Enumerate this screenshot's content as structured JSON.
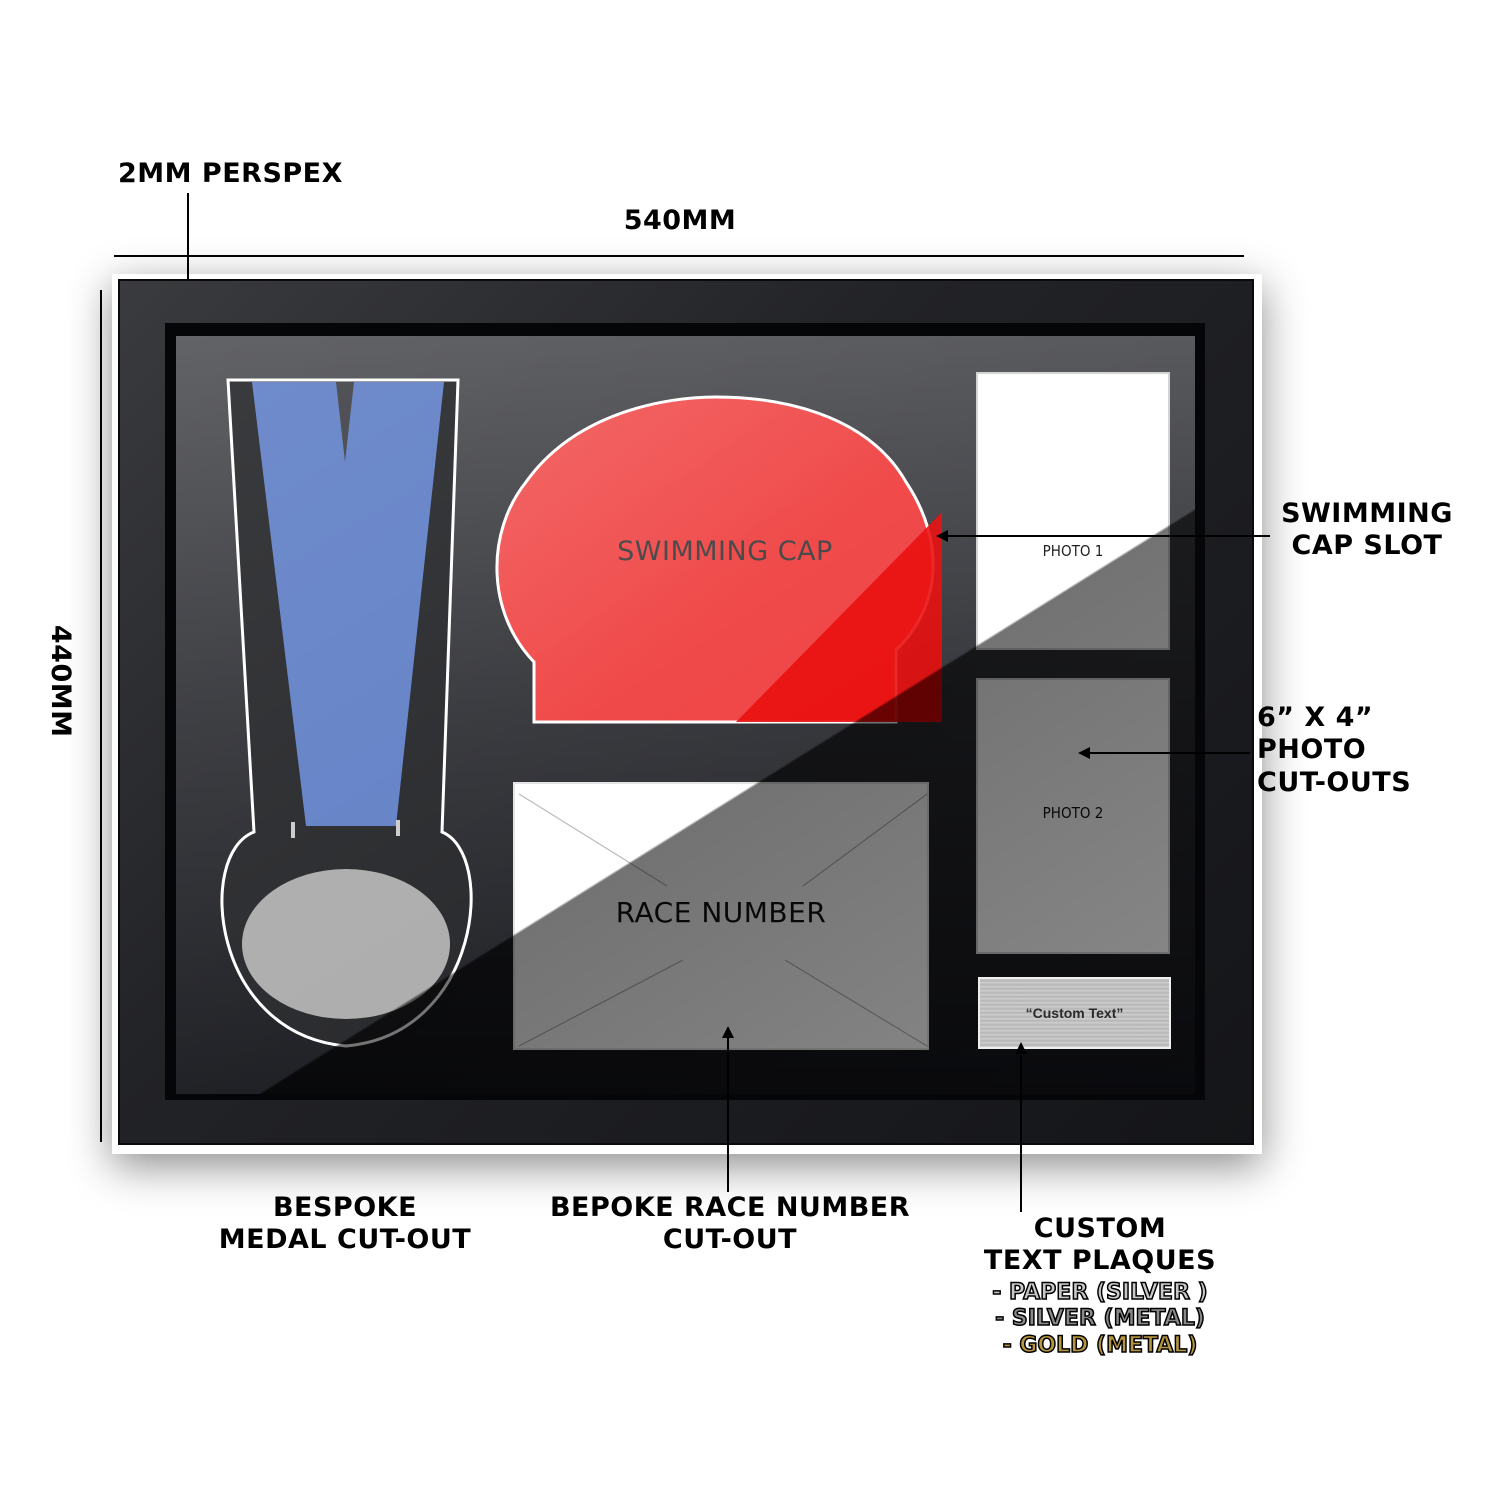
{
  "dimensions": {
    "perspex_label": "2MM PERSPEX",
    "width_label": "540MM",
    "height_label": "440MM"
  },
  "frame": {
    "colors": {
      "frame": "#222327",
      "mount": "#2a2b30",
      "ribbon": "#5b7bc4",
      "medal": "#a8a8a8",
      "cap": "#f04a4a",
      "cap_shadow": "#e80000",
      "plaque": "#c4c4c4"
    },
    "slots": {
      "cap_text": "SWIMMING CAP",
      "race_number_text": "RACE NUMBER",
      "photo1_text": "PHOTO 1",
      "photo2_text": "PHOTO 2",
      "plaque_text": "“Custom Text”"
    }
  },
  "callouts": {
    "swimming_cap_slot": {
      "line1": "SWIMMING",
      "line2": "CAP SLOT"
    },
    "photo_cutouts": {
      "line1": "6” X 4”",
      "line2": "PHOTO",
      "line3": "CUT-OUTS"
    },
    "medal_cutout": {
      "line1": "BESPOKE",
      "line2": "MEDAL CUT-OUT"
    },
    "race_number_cutout": {
      "line1": "BEPOKE RACE NUMBER",
      "line2": "CUT-OUT"
    },
    "text_plaques": {
      "line1": "CUSTOM",
      "line2": "TEXT PLAQUES",
      "options": [
        {
          "label": "- PAPER (SILVER )",
          "color": "#c8c8c8"
        },
        {
          "label": "- SILVER (METAL)",
          "color": "#8a8a8a"
        },
        {
          "label": "- GOLD (METAL)",
          "color": "#b8953f"
        }
      ]
    }
  }
}
